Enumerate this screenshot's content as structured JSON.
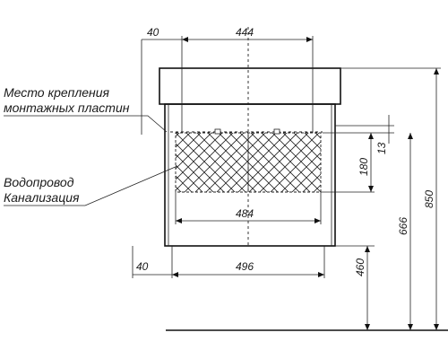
{
  "callouts": {
    "mounting_line1": "Место крепления",
    "mounting_line2": "монтажных пластин",
    "plumbing_line1": "Водопровод",
    "plumbing_line2": "Канализация"
  },
  "dimensions": {
    "top_offset": "40",
    "top_width": "444",
    "hatch_width": "484",
    "bottom_offset": "40",
    "bottom_width": "496",
    "gap_13": "13",
    "hatch_height": "180",
    "height_460": "460",
    "height_666": "666",
    "height_850": "850"
  }
}
